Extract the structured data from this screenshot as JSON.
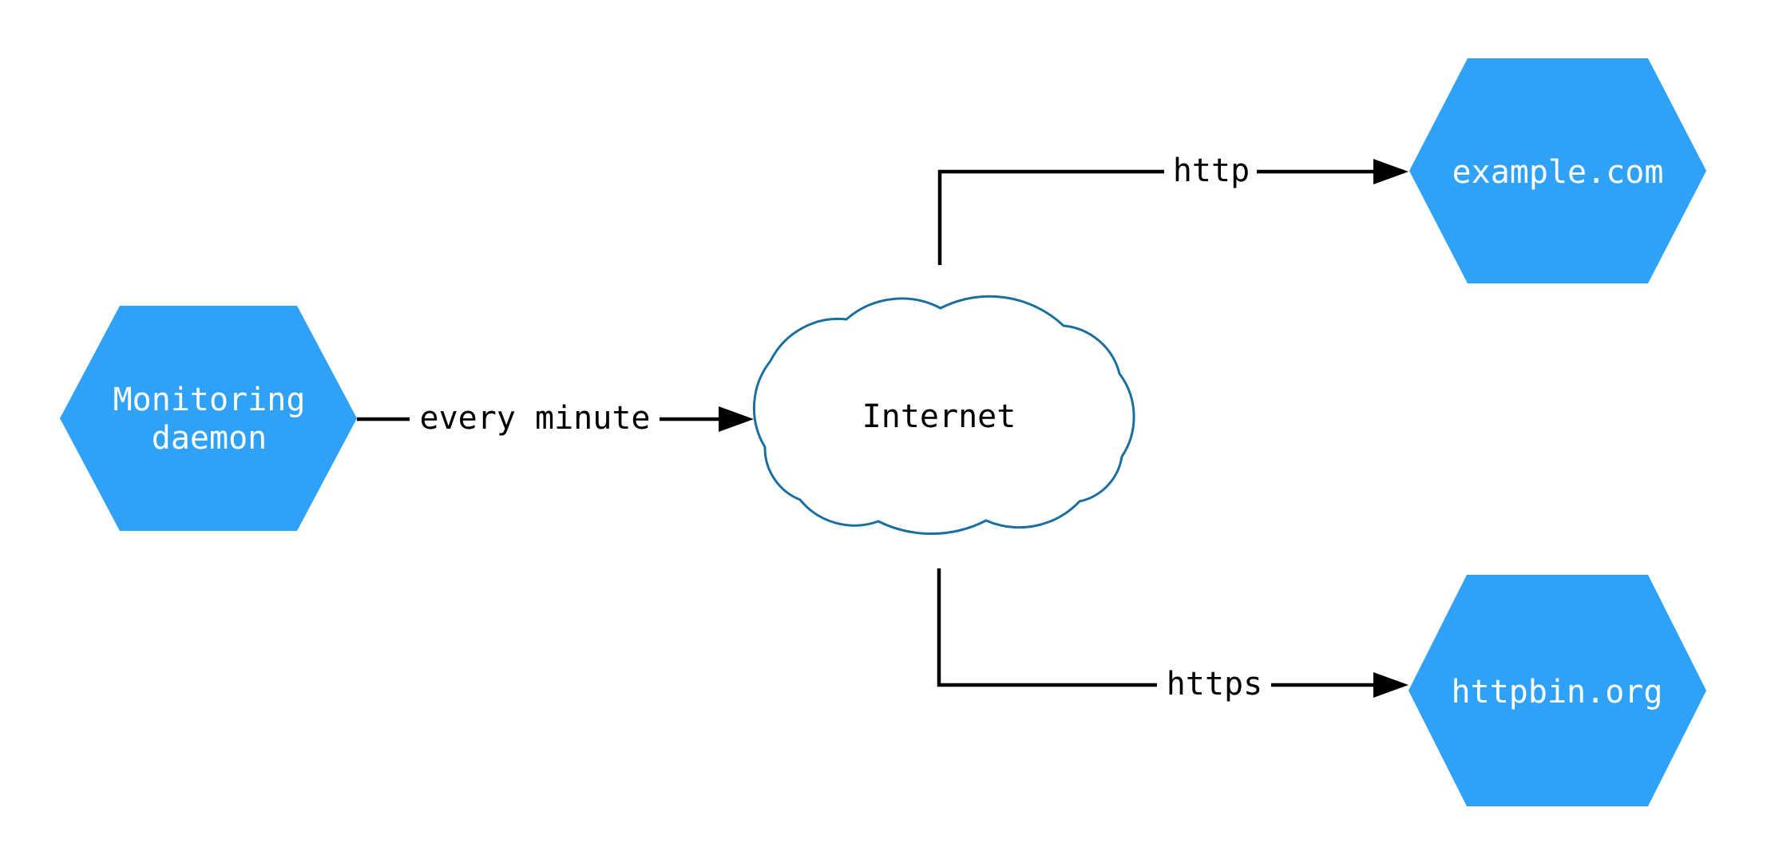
{
  "diagram": {
    "type": "network-diagram",
    "background": "#ffffff",
    "colors": {
      "node_fill": "#2fa1f6",
      "node_text": "#ffffff",
      "cloud_stroke": "#19709f",
      "cloud_fill": "#ffffff",
      "edge_line": "#000000",
      "edge_text": "#000000"
    },
    "nodes": {
      "monitoring_daemon": {
        "shape": "hexagon",
        "label": "Monitoring daemon",
        "label_line1": "Monitoring",
        "label_line2": "daemon"
      },
      "internet": {
        "shape": "cloud",
        "label": "Internet"
      },
      "example_com": {
        "shape": "hexagon",
        "label": "example.com"
      },
      "httpbin_org": {
        "shape": "hexagon",
        "label": "httpbin.org"
      }
    },
    "edges": [
      {
        "from": "monitoring_daemon",
        "to": "internet",
        "label": "every minute"
      },
      {
        "from": "internet",
        "to": "example_com",
        "label": "http"
      },
      {
        "from": "internet",
        "to": "httpbin_org",
        "label": "https"
      }
    ]
  }
}
